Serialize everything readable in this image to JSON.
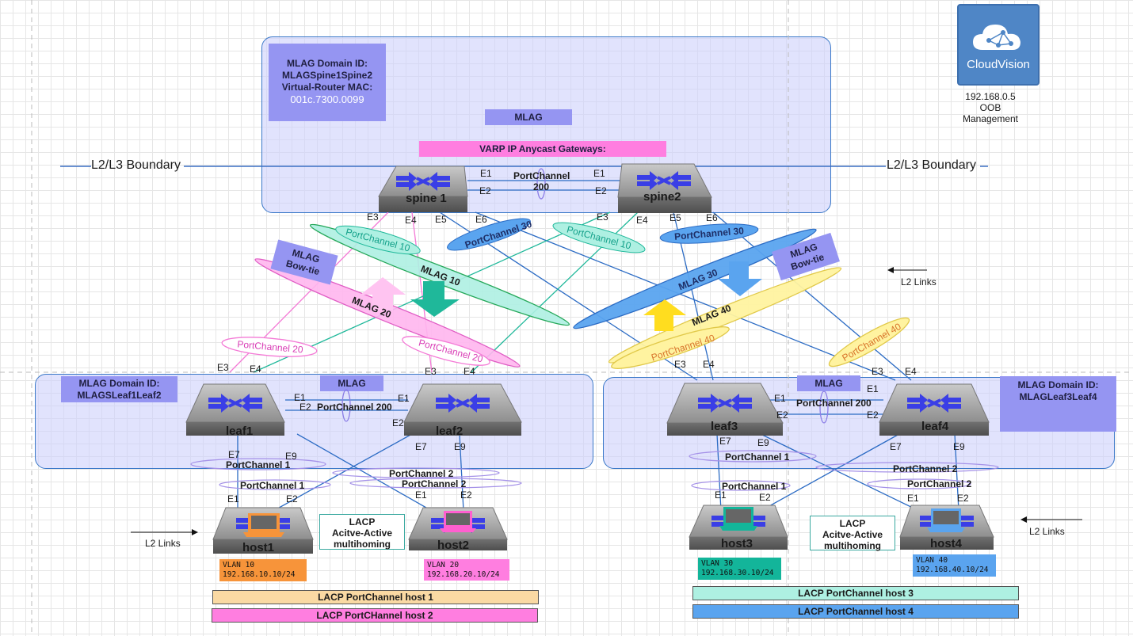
{
  "spine_zone": {
    "domain": [
      "MLAG Domain ID:",
      "MLAGSpine1Spine2",
      "Virtual-Router MAC:",
      "001c.7300.0099"
    ],
    "mlag_label": "MLAG",
    "varp_label": "VARP IP Anycast Gateways:"
  },
  "boundary": {
    "left": "L2/L3 Boundary",
    "right": "L2/L3 Boundary"
  },
  "cloudvision": {
    "name": "CloudVision",
    "ip": "192.168.0.5",
    "line2": "OOB",
    "line3": "Management"
  },
  "devices": {
    "spine1": "spine 1",
    "spine2": "spine2",
    "leaf1": "leaf1",
    "leaf2": "leaf2",
    "leaf3": "leaf3",
    "leaf4": "leaf4",
    "host1": "host1",
    "host2": "host2",
    "host3": "host3",
    "host4": "host4"
  },
  "peerlinks": {
    "spine": [
      "PortChannel",
      "200"
    ],
    "left": "PortChannel  200",
    "right": "PortChannel  200"
  },
  "ports": {
    "e1": "E1",
    "e2": "E2",
    "e3": "E3",
    "e4": "E4",
    "e5": "E5",
    "e6": "E6",
    "e7": "E7",
    "e9": "E9"
  },
  "portchannels": {
    "pc10": "PortChannel  10",
    "pc20": "PortChannel 20",
    "pc20b": "PortChannel  20",
    "pc30": "PortChannel 30",
    "pc40": "PortChannel  40",
    "pc1": "PortChannel  1",
    "pc2": "PortChannel  2"
  },
  "mlag_groups": {
    "mlag10": "MLAG 10",
    "mlag20": "MLAG 20",
    "mlag30": "MLAG 30",
    "mlag40": "MLAG 40"
  },
  "bowtie": [
    "MLAG",
    "Bow-tie"
  ],
  "leaf_zone_left": {
    "domain": [
      "MLAG Domain ID:",
      "MLAGSLeaf1Leaf2"
    ],
    "mlag_label": "MLAG"
  },
  "leaf_zone_right": {
    "domain": [
      "MLAG Domain ID:",
      "MLAGLeaf3Leaf4"
    ],
    "mlag_label": "MLAG"
  },
  "l2_links": "L2 Links",
  "lacp_note": [
    "LACP",
    "Acitve-Active",
    "multihoming"
  ],
  "vlans": {
    "host1": [
      "VLAN 10",
      "192.168.10.10/24"
    ],
    "host2": [
      "VLAN 20",
      "192.168.20.10/24"
    ],
    "host3": [
      "VLAN 30",
      "192.168.30.10/24"
    ],
    "host4": [
      "VLAN 40",
      "192.168.40.10/24"
    ]
  },
  "lacp_bars": {
    "host1": "LACP PortChannel host 1",
    "host2": "LACP PortCHannel host 2",
    "host3": "LACP PortChannel  host 3",
    "host4": "LACP PortChannel  host 4"
  },
  "colors": {
    "pink": "#ff88dd",
    "teal": "#aef0e2",
    "blue": "#5aa4ef",
    "yellow": "#fff3a0",
    "orange": "#f7943a",
    "zone": "#cdd0fc",
    "tag": "#9595f2"
  }
}
